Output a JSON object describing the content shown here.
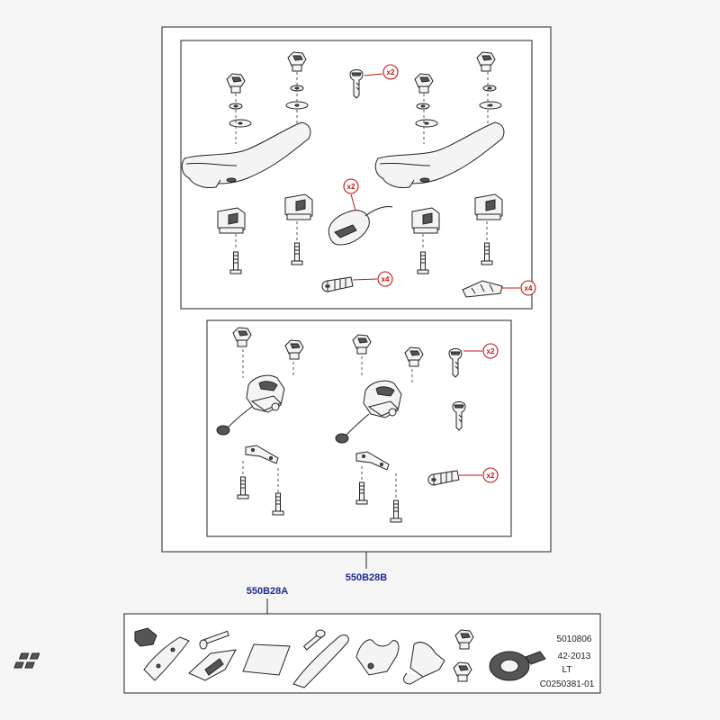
{
  "diagram": {
    "parent_kit_ref": "550B28B",
    "sub_kit_ref": "550B28A",
    "quantity_callouts": [
      "x2",
      "x2",
      "x4",
      "x4",
      "x2",
      "x2"
    ],
    "info_block": {
      "line1": "5010806",
      "line2": "42-2013",
      "line3": "LT",
      "line4": "C0250381-01"
    },
    "colors": {
      "reference_label": "#1f2a8a",
      "quantity_callout": "#c21414",
      "outline": "#222222",
      "page_background": "#f5f5f5"
    }
  }
}
